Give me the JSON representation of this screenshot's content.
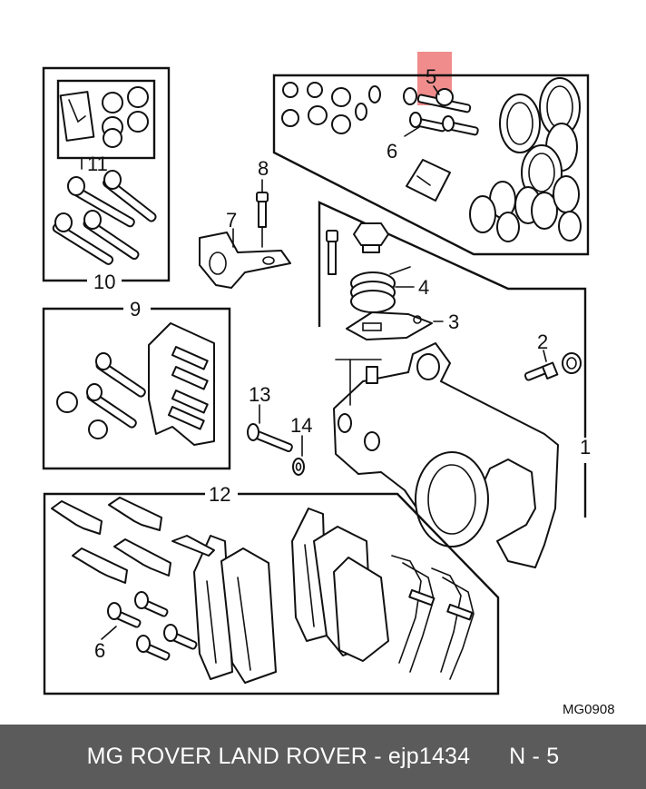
{
  "callouts": {
    "c1": "1",
    "c2": "2",
    "c3": "3",
    "c4": "4",
    "c5": "5",
    "c6a": "6",
    "c6b": "6",
    "c7": "7",
    "c8": "8",
    "c9": "9",
    "c10": "10",
    "c11": "11",
    "c12": "12",
    "c13": "13",
    "c14": "14"
  },
  "drawing_ref": "MG0908",
  "footer": {
    "title": "MG ROVER LAND ROVER - ejp1434",
    "page": "N - 5"
  },
  "colors": {
    "highlight": "#f08c8c",
    "footer_bg": "#5b5b5b",
    "footer_text": "#ffffff",
    "line": "#111111"
  }
}
